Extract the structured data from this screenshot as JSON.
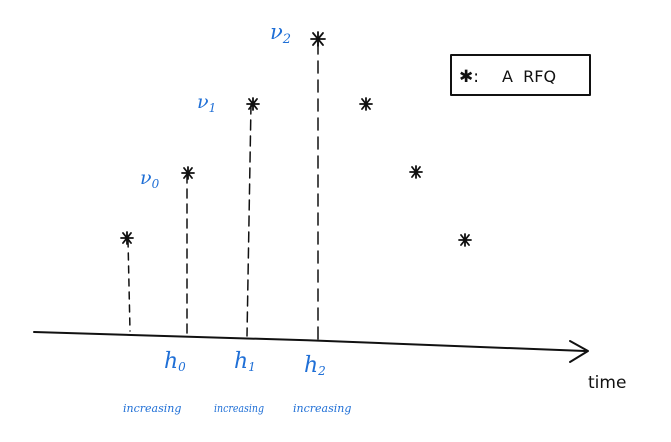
{
  "legend": {
    "symbol": "✱:",
    "label": "A  RFQ"
  },
  "axis": {
    "xlabel": "time"
  },
  "peaks": [
    {
      "label": "ν",
      "sub": "0"
    },
    {
      "label": "ν",
      "sub": "1"
    },
    {
      "label": "ν",
      "sub": "2"
    }
  ],
  "intervals": [
    {
      "label": "h",
      "sub": "0",
      "note": "increasing"
    },
    {
      "label": "h",
      "sub": "1",
      "note": "increasing"
    },
    {
      "label": "h",
      "sub": "2",
      "note": "increasing"
    }
  ],
  "colors": {
    "ink": "#111111",
    "annotation_blue": "#1f6fd6"
  },
  "icons": {
    "rfq_point": "asterisk-icon"
  }
}
